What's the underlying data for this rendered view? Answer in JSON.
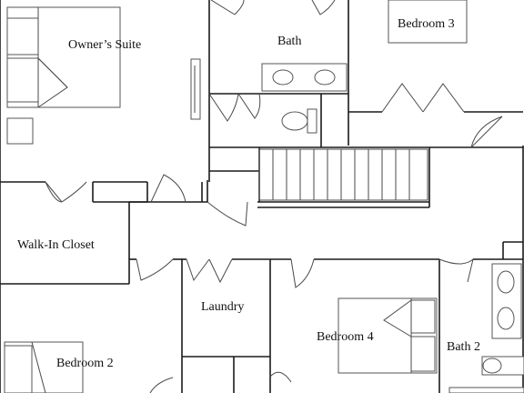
{
  "rooms": {
    "owners_suite": "Owner’s Suite",
    "bath": "Bath",
    "bedroom_3": "Bedroom 3",
    "walk_in_closet": "Walk-In Closet",
    "laundry": "Laundry",
    "bedroom_4": "Bedroom 4",
    "bedroom_2": "Bedroom 2",
    "bath_2": "Bath 2"
  },
  "colors": {
    "wall": "#1a1a1a",
    "fixture": "#555555",
    "background": "#ffffff"
  }
}
